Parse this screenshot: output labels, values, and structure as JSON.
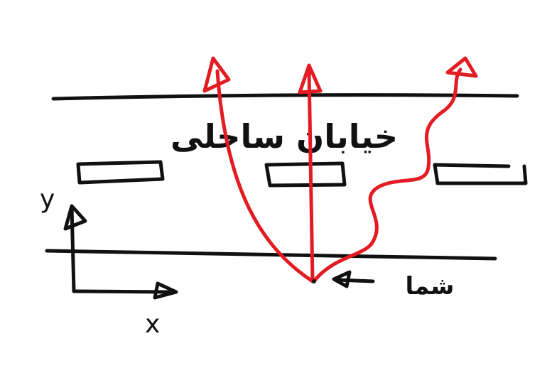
{
  "street_name": "خیابان ساحلی",
  "you_label": "شما",
  "axes": {
    "x_label": "x",
    "y_label": "y"
  },
  "colors": {
    "ink": "#111111",
    "path": "#e31b23",
    "background": "#ffffff"
  }
}
